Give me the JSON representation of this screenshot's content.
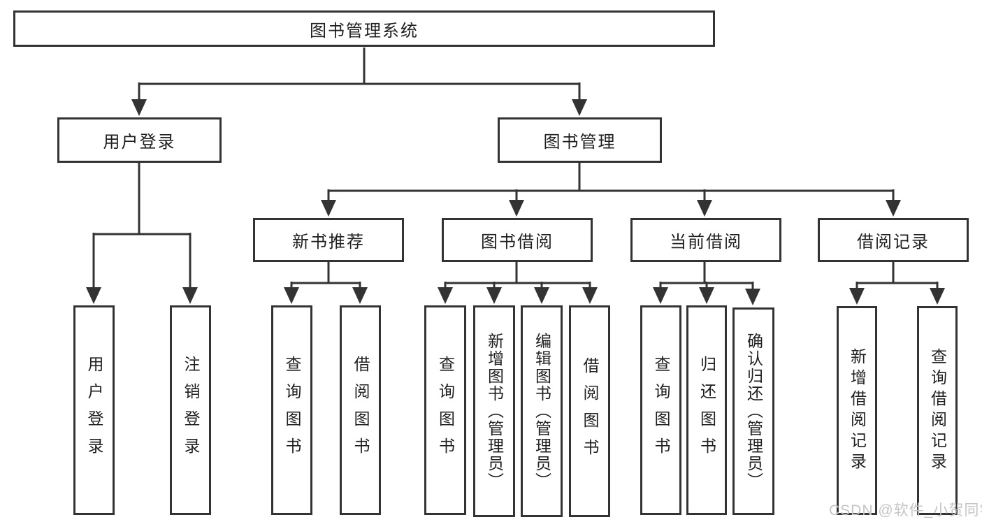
{
  "tree": {
    "label": "图书管理系统",
    "children": [
      {
        "label": "用户登录",
        "children": [
          {
            "label": "用户登录"
          },
          {
            "label": "注销登录"
          }
        ]
      },
      {
        "label": "图书管理",
        "children": [
          {
            "label": "新书推荐",
            "children": [
              {
                "label": "查询图书"
              },
              {
                "label": "借阅图书"
              }
            ]
          },
          {
            "label": "图书借阅",
            "children": [
              {
                "label": "查询图书"
              },
              {
                "label": "新增图书（管理员）"
              },
              {
                "label": "编辑图书（管理员）"
              },
              {
                "label": "借阅图书"
              }
            ]
          },
          {
            "label": "当前借阅",
            "children": [
              {
                "label": "查询图书"
              },
              {
                "label": "归还图书"
              },
              {
                "label": "确认归还（管理员）"
              }
            ]
          },
          {
            "label": "借阅记录",
            "children": [
              {
                "label": "新增借阅记录"
              },
              {
                "label": "查询借阅记录"
              }
            ]
          }
        ]
      }
    ]
  },
  "watermark": {
    "text": "CSDN @软件_小贺同学"
  },
  "colors": {
    "line": "#333333",
    "box_border": "#333333",
    "text": "#1f1f1f",
    "watermark": "#c4c4c4",
    "background": "#ffffff"
  }
}
